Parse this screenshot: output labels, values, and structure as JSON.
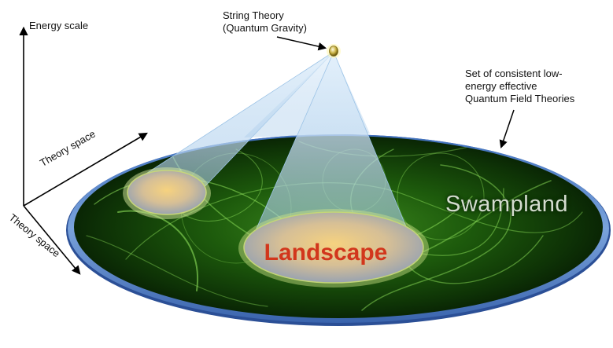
{
  "axes": {
    "energy_label": "Energy scale",
    "theory_space_label_1": "Theory space",
    "theory_space_label_2": "Theory space"
  },
  "string_theory": {
    "line1": "String Theory",
    "line2": "(Quantum Gravity)"
  },
  "qft_set": {
    "line1": "Set of consistent low-",
    "line2": "energy effective",
    "line3": "Quantum Field Theories"
  },
  "regions": {
    "swampland": "Swampland",
    "landscape": "Landscape"
  },
  "colors": {
    "disk_dark": "#0b2a06",
    "disk_glow": "#56b52a",
    "rim_blue": "#5a87c9",
    "cone_blue": "#bcd9f0",
    "landscape_text": "#d2361c",
    "island_gold": "#f4d58a",
    "island_grey": "#8e9fb8"
  }
}
